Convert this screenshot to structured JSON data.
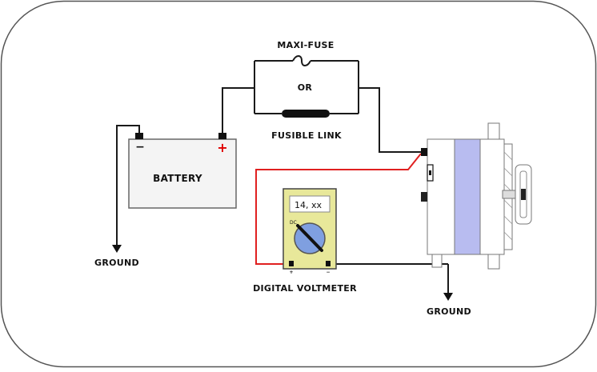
{
  "labels": {
    "maxi_fuse": "MAXI-FUSE",
    "or": "OR",
    "fusible_link": "FUSIBLE LINK",
    "battery": "BATTERY",
    "battery_negative": "−",
    "battery_positive": "+",
    "ground_left": "GROUND",
    "ground_right": "GROUND",
    "digital_voltmeter": "DIGITAL VOLTMETER",
    "meter_reading": "14, xx",
    "meter_mode": "DC",
    "meter_positive": "+",
    "meter_negative": "−"
  },
  "colors": {
    "border": "#555555",
    "wire": "#1a1a1a",
    "test_lead": "#e02020",
    "battery_body": "#f4f4f4",
    "meter_body": "#e8e89a",
    "meter_display": "#ffffff",
    "meter_dial": "#7f9fe0",
    "alternator_stator": "#b8bcf0",
    "alternator_case": "#ffffff",
    "positive_mark": "#e00000"
  }
}
